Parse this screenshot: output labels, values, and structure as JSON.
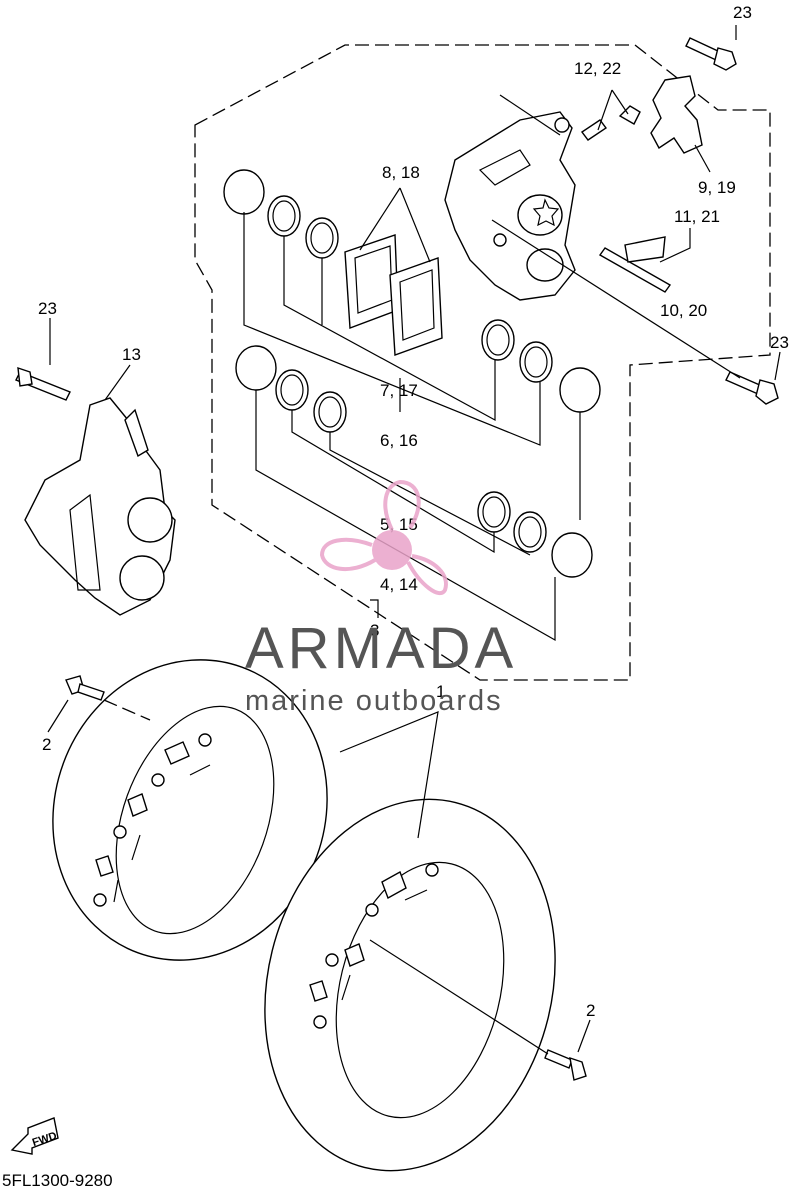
{
  "diagram": {
    "part_labels": {
      "p23_top": "23",
      "p12_22": "12, 22",
      "p8_18": "8, 18",
      "p9_19": "9, 19",
      "p11_21": "11, 21",
      "p10_20": "10, 20",
      "p23_right": "23",
      "p23_left": "23",
      "p13": "13",
      "p7_17": "7, 17",
      "p6_16": "6, 16",
      "p5_15": "5, 15",
      "p4_14": "4, 14",
      "p3": "3",
      "p1": "1",
      "p2_left": "2",
      "p2_right": "2"
    },
    "fwd_label": "FWD",
    "diagram_code": "5FL1300-9280"
  },
  "watermark": {
    "brand": "ARMADA",
    "tagline": "marine outboards",
    "logo_color": "#e9a3c9"
  }
}
